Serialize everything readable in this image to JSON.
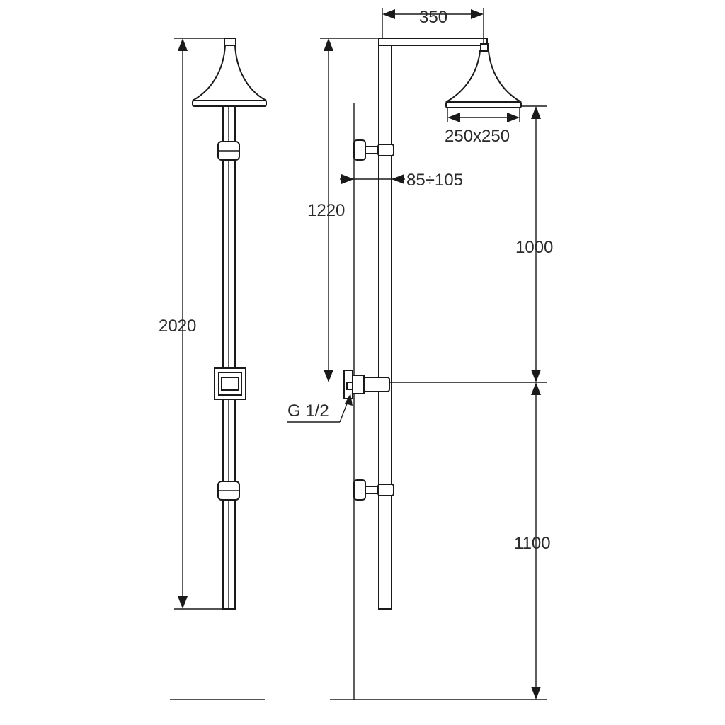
{
  "dimensions": {
    "overall_height": "2020",
    "arm_length": "350",
    "head_size": "250x250",
    "wall_offset": "85÷105",
    "inlet_height": "1220",
    "head_to_inlet": "1000",
    "inlet_to_floor": "1100",
    "thread": "G 1/2"
  }
}
